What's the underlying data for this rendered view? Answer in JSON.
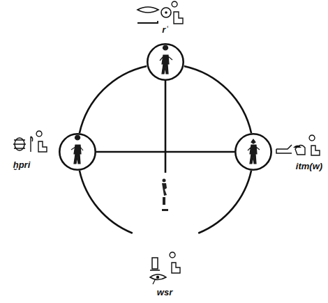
{
  "diagram": {
    "nodes": [
      {
        "text": [
          "rʿ"
        ]
      },
      {
        "text": [
          "ḫpri"
        ]
      },
      {
        "text": [
          "itm(w)"
        ]
      }
    ],
    "edges": [
      {
        "from": 0,
        "to": 1,
        "arrow": "none"
      },
      {
        "from": 0,
        "to": 2,
        "arrow": "none"
      },
      {
        "from": 1,
        "to": 2,
        "arrow": "none"
      }
    ],
    "labels": [
      "wsr"
    ]
  }
}
